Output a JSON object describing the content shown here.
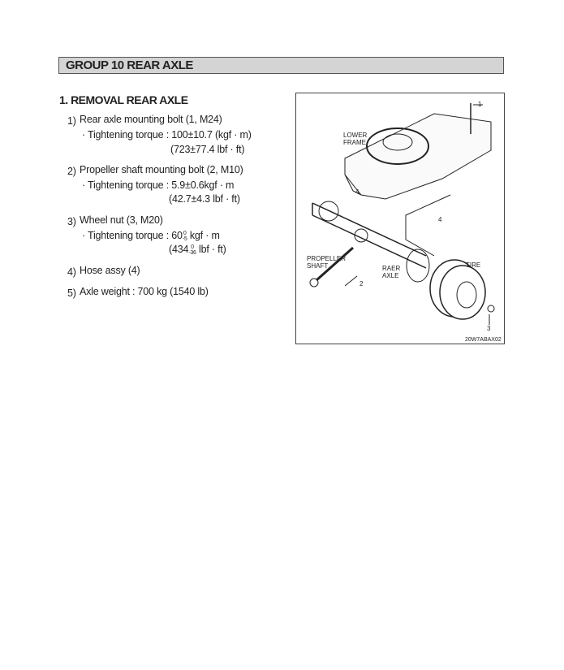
{
  "group_title": "GROUP 10  REAR AXLE",
  "section_title": "1. REMOVAL REAR AXLE",
  "items": [
    {
      "num": "1)",
      "text": "Rear axle mounting bolt (1, M24)",
      "torque": "· Tightening torque : 100±10.7 (kgf · m)",
      "torque2": "(723±77.4 lbf · ft)"
    },
    {
      "num": "2)",
      "text": "Propeller shaft mounting bolt (2, M10)",
      "torque": "· Tightening torque : 5.9±0.6kgf · m",
      "torque2": "(42.7±4.3 lbf · ft)"
    },
    {
      "num": "3)",
      "text": "Wheel nut (3, M20)",
      "torque_prefix": "· Tightening torque : 60",
      "torque_sup": "0",
      "torque_sub": "-5",
      "torque_suffix": " kgf · m",
      "torque2_prefix": "(434",
      "torque2_sup": "0",
      "torque2_sub": "-36",
      "torque2_suffix": " lbf · ft)"
    },
    {
      "num": "4)",
      "text": "Hose assy (4)"
    },
    {
      "num": "5)",
      "text": "Axle weight : 700 kg (1540 lb)"
    }
  ],
  "figure": {
    "labels": {
      "lower_frame_1": "LOWER",
      "lower_frame_2": "FRAME",
      "prop_1": "PROPELLER",
      "prop_2": "SHAFT",
      "axle_1": "RAER",
      "axle_2": "AXLE",
      "tire": "TIRE",
      "c1": "1",
      "c2": "2",
      "c3": "3",
      "c4a": "4",
      "c4b": "4"
    },
    "code": "20W7ABAX02"
  }
}
